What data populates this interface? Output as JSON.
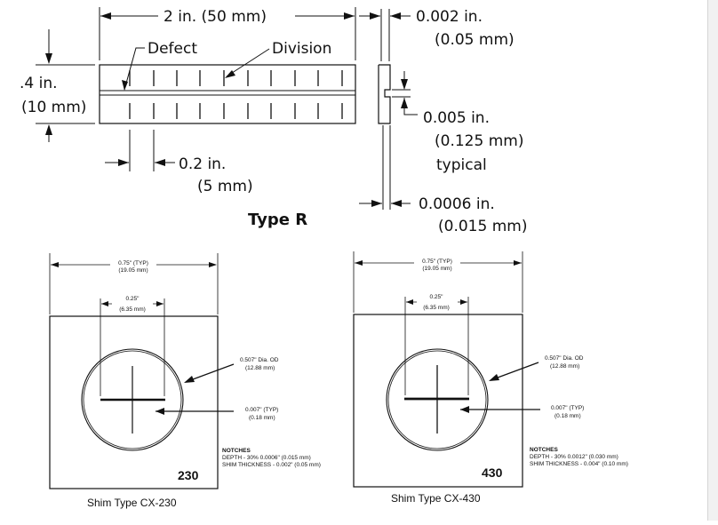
{
  "type_r": {
    "title": "Type R",
    "length": "2 in. (50 mm)",
    "defect": "Defect",
    "division": "Division",
    "width_in": ".4 in.",
    "width_mm": "(10 mm)",
    "spacing_in": "0.2 in.",
    "spacing_mm": "(5 mm)",
    "thick_in": "0.002 in.",
    "thick_mm": "(0.05 mm)",
    "notch_in": "0.005 in.",
    "notch_mm": "(0.125 mm)",
    "notch_note": "typical",
    "depth_in": "0.0006 in.",
    "depth_mm": "(0.015 mm)"
  },
  "shims": [
    {
      "caption": "Shim Type CX-230",
      "number": "230",
      "width_typ": "0.75\" (TYP)",
      "width_mm": "(19.05 mm)",
      "cross": "0.25\"",
      "cross_mm": "(6.35 mm)",
      "dia": "0.507\" Dia. OD",
      "dia_mm": "(12.88 mm)",
      "slot": "0.007\" (TYP)",
      "slot_mm": "(0.18 mm)",
      "notches_title": "NOTCHES",
      "notches_depth": "DEPTH - 30% 0.0006\" (0.015 mm)",
      "notches_shim": "SHIM THICKNESS - 0.002\" (0.05 mm)"
    },
    {
      "caption": "Shim Type CX-430",
      "number": "430",
      "width_typ": "0.75\" (TYP)",
      "width_mm": "(19.05 mm)",
      "cross": "0.25\"",
      "cross_mm": "(6.35 mm)",
      "dia": "0.507\" Dia. OD",
      "dia_mm": "(12.88 mm)",
      "slot": "0.007\" (TYP)",
      "slot_mm": "(0.18 mm)",
      "notches_title": "NOTCHES",
      "notches_depth": "DEPTH - 30% 0.0012\" (0.030 mm)",
      "notches_shim": "SHIM THICKNESS - 0.004\" (0.10 mm)"
    }
  ]
}
